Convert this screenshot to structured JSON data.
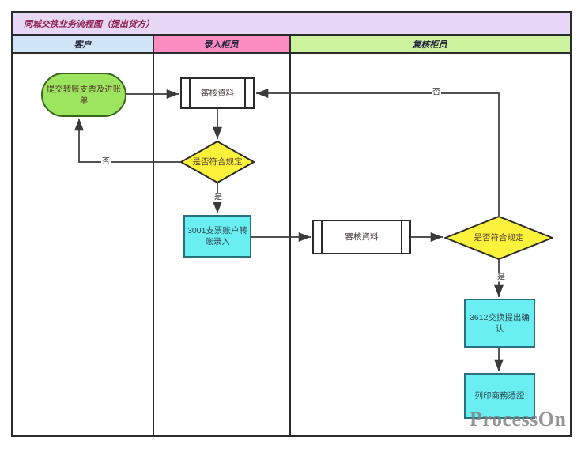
{
  "title": "同城交换业务流程图（提出贷方）",
  "lanes": [
    {
      "label": "客户",
      "color": "#d0e4f8"
    },
    {
      "label": "录入柜员",
      "color": "#fa8cc2"
    },
    {
      "label": "复核柜员",
      "color": "#cdf29e"
    }
  ],
  "nodes": {
    "submit": {
      "label": "提交转账支票及进账单",
      "fill": "#9de55e"
    },
    "review1": {
      "label": "審核資料",
      "fill": "#ffffff"
    },
    "decision1": {
      "label": "是否符合规定",
      "fill": "#fcf23c"
    },
    "entry3001": {
      "label": "3001支票账户转账录入",
      "fill": "#69eef2"
    },
    "review2": {
      "label": "審核資料",
      "fill": "#ffffff"
    },
    "decision2": {
      "label": "是否符合规定",
      "fill": "#fcf23c"
    },
    "confirm3612": {
      "label": "3612交换提出确认",
      "fill": "#69eef2"
    },
    "print": {
      "label": "列印商務憑證",
      "fill": "#69eef2"
    }
  },
  "edge_labels": {
    "no1": "否",
    "yes1": "是",
    "no2": "否",
    "yes2": "是"
  },
  "watermark": "ProcessOn",
  "colors": {
    "title_bar": "#e7d7f7",
    "title_text": "#8e2150",
    "line": "#3a3a3a"
  }
}
